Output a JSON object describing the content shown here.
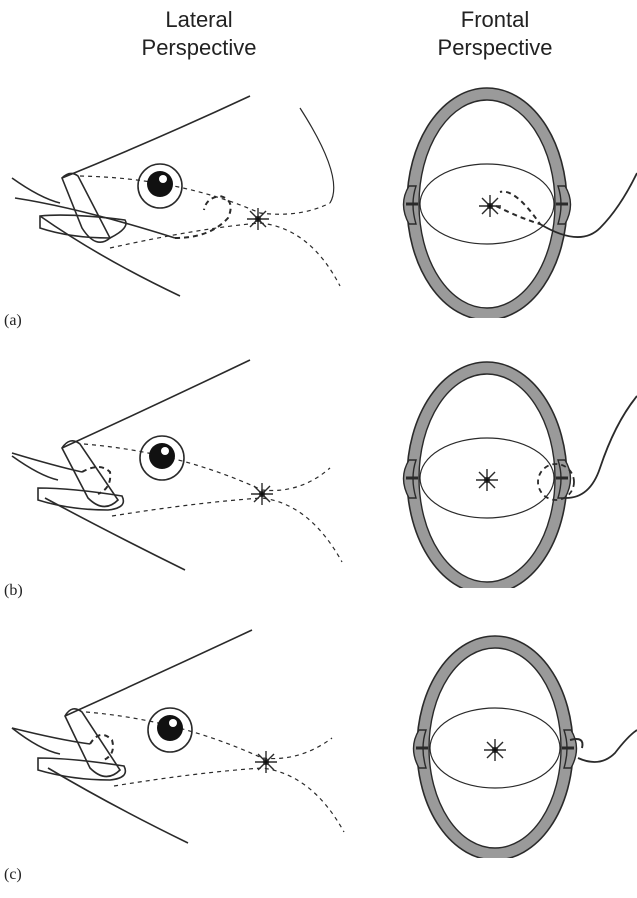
{
  "headers": {
    "lateral": "Lateral\nPerspective",
    "frontal": "Frontal\nPerspective"
  },
  "panels": [
    {
      "label": "(a)"
    },
    {
      "label": "(b)"
    },
    {
      "label": "(c)"
    }
  ],
  "colors": {
    "line": "#2a2a2a",
    "ring_fill": "#9a9a9a",
    "background": "#ffffff"
  }
}
